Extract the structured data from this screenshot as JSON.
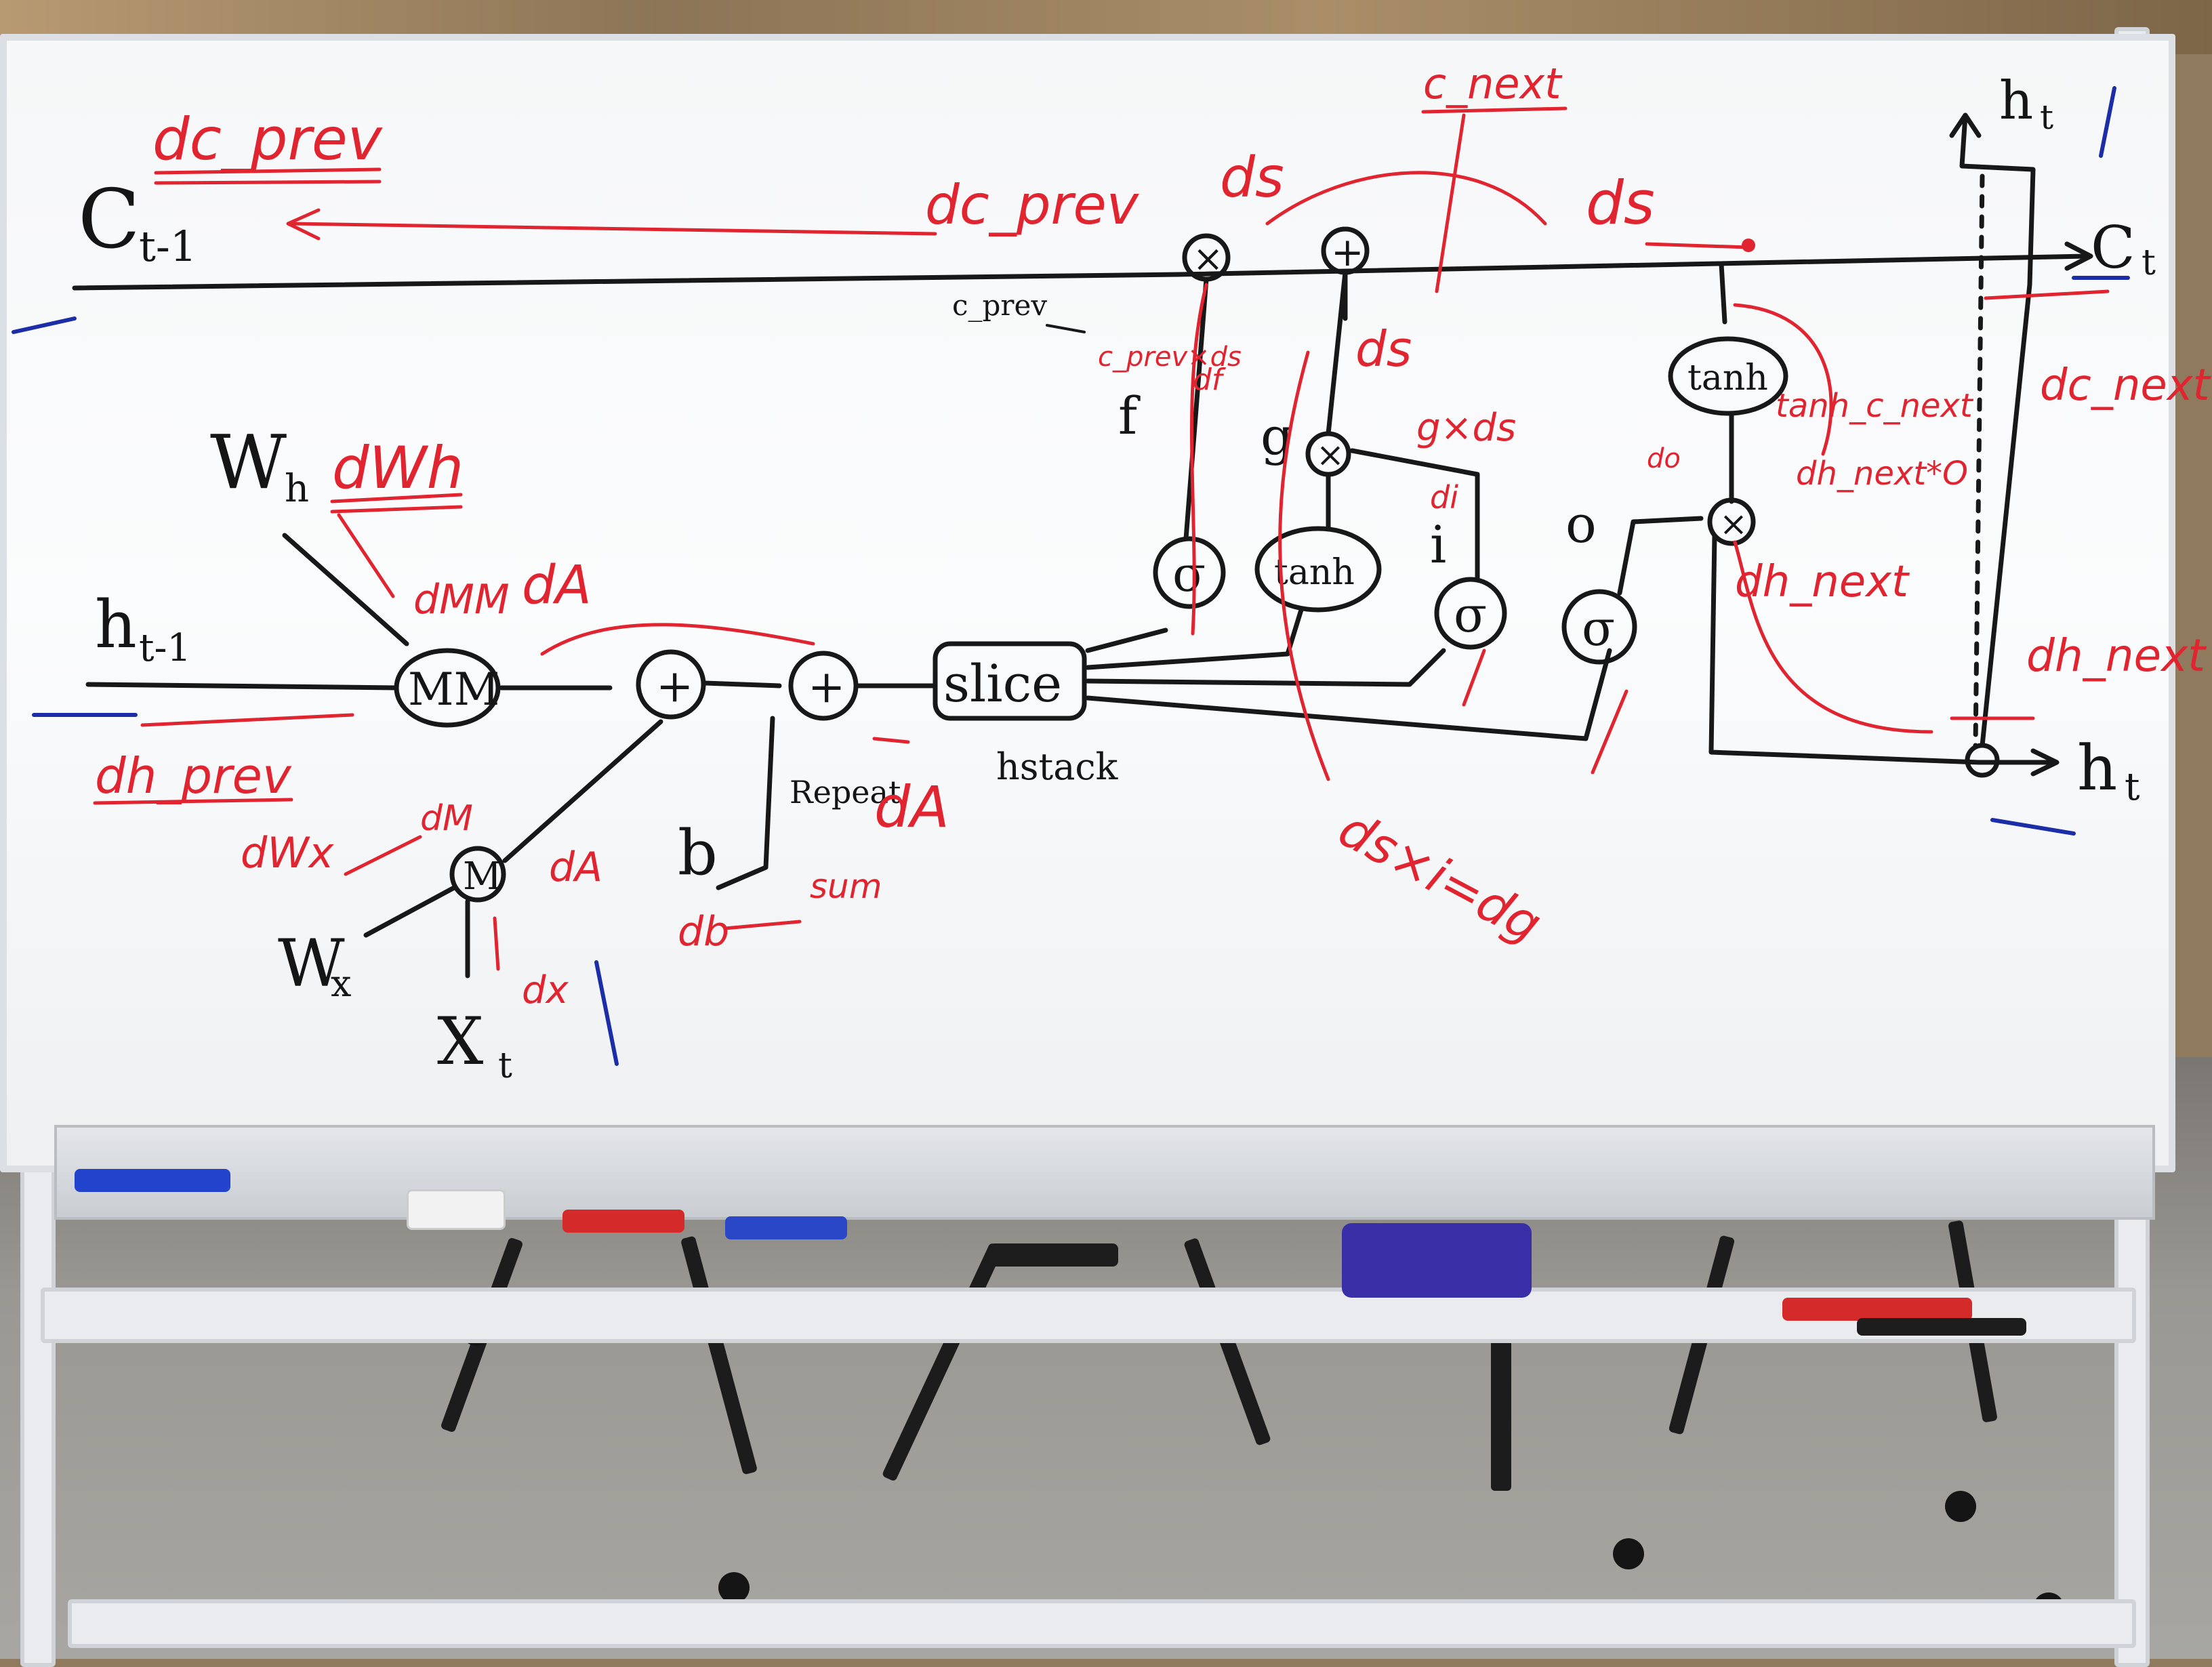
{
  "scene": {
    "description_type": "whiteboard-photo"
  },
  "labels": {
    "c_tm1": "C",
    "c_tm1_sub": "t-1",
    "dc_prev_top": "dc_prev",
    "dc_prev_mid": "dc_prev",
    "wh": "W",
    "wh_sub": "h",
    "dwh": "dWh",
    "ht1": "h",
    "ht1_sub": "t-1",
    "dh_prev": "dh_prev",
    "mm": "MM",
    "dmm": "dMM",
    "da1": "dA",
    "plus1": "+",
    "plus2": "+",
    "slice": "slice",
    "hstack": "hstack",
    "da2": "dA",
    "b": "b",
    "repeat": "Repeat",
    "sum": "sum",
    "db": "db",
    "m": "M",
    "dm": "dM",
    "dwx": "dWx",
    "wx": "W",
    "wx_sub": "x",
    "xt": "X",
    "xt_sub": "t",
    "dx": "dx",
    "da3": "dA",
    "c_prev": "c_prev",
    "c_next": "c_next",
    "ds1": "ds",
    "ds2": "ds",
    "ds3": "ds",
    "c_prev_x_ds": "c_prev×ds",
    "df": "df",
    "f": "f",
    "g": "g",
    "gxds": "g×ds",
    "di": "di",
    "i": "i",
    "o": "o",
    "do": "do",
    "sigma": "σ",
    "tanh": "tanh",
    "tanh_c_next": "tanh_c_next",
    "dh_next_x_o": "dh_next*O",
    "dh_next_1": "dh_next",
    "dh_next_2": "dh_next",
    "dc_next": "dc_next",
    "ds_xi_dg": "ds×i=dg",
    "ct": "C",
    "ct_sub": "t",
    "ht_top": "h",
    "ht_top_sub": "t",
    "ht_right": "h",
    "ht_right_sub": "t",
    "times": "×",
    "oplus": "+"
  },
  "colors": {
    "black_ink": "#181818",
    "red_ink": "#e02430",
    "blue_ink": "#1c2da8",
    "board": "#f6f7f8"
  }
}
